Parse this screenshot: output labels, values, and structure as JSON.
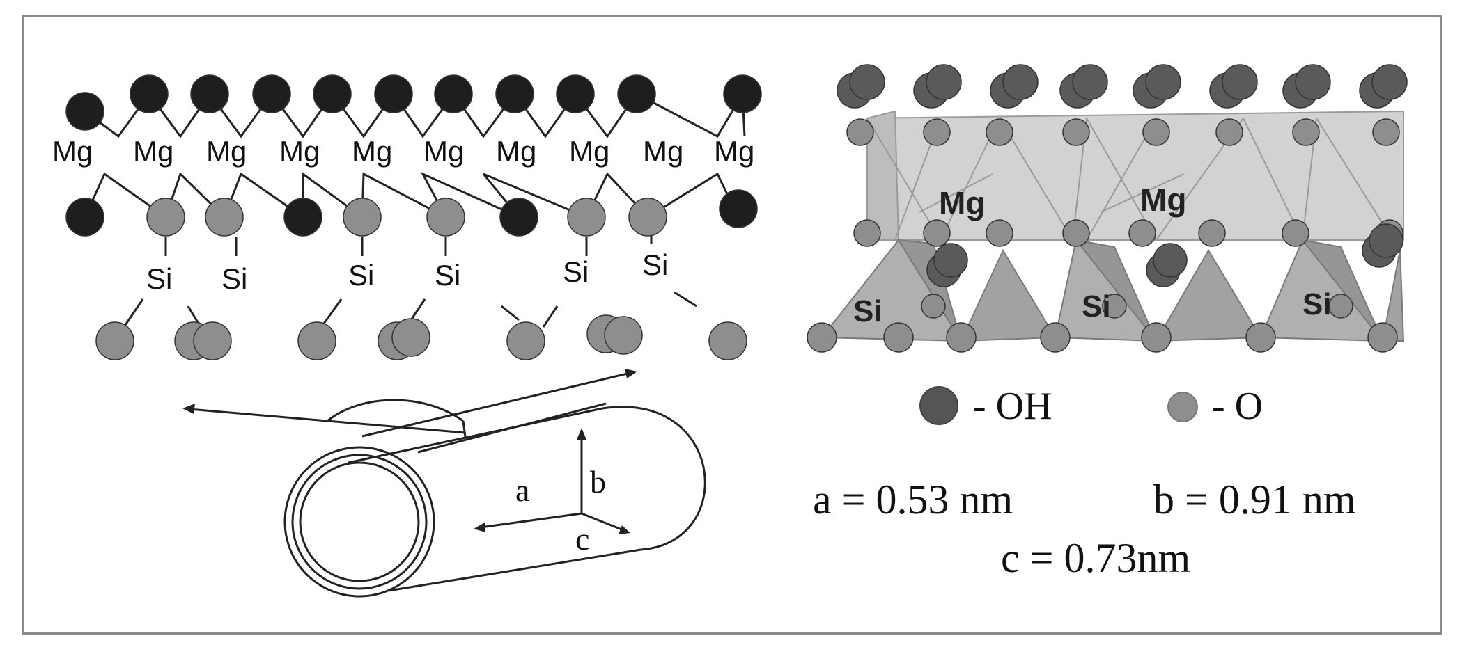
{
  "left_structure": {
    "mg_labels": [
      "Mg",
      "Mg",
      "Mg",
      "Mg",
      "Mg",
      "Mg",
      "Mg",
      "Mg",
      "Mg",
      "Mg"
    ],
    "si_labels": [
      "Si",
      "Si",
      "Si",
      "Si",
      "Si",
      "Si"
    ]
  },
  "tube": {
    "axis_a": "a",
    "axis_b": "b",
    "axis_c": "c"
  },
  "right_structure": {
    "mg_labels": [
      "Mg",
      "Mg"
    ],
    "si_labels": [
      "Si",
      "Si",
      "Si"
    ]
  },
  "legend": {
    "oh_label": "- OH",
    "o_label": "- O"
  },
  "parameters": {
    "a": "a = 0.53 nm",
    "b": "b = 0.91 nm",
    "c": "c = 0.73nm"
  },
  "colors": {
    "oh_atom_dark": "#1e1e1e",
    "oh_atom_right": "#5a5a5a",
    "o_atom": "#8e8e8e",
    "mg_octahedra": "#d0d0d0",
    "si_tetrahedra": "#a8a8a8"
  }
}
